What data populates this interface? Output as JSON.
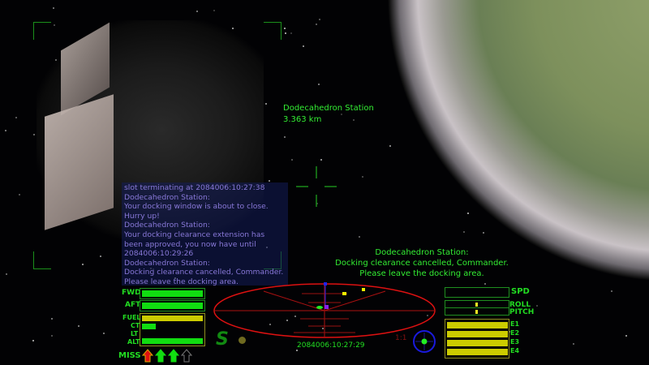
{
  "target": {
    "name": "Dodecahedron Station",
    "distance": "3.363 km"
  },
  "comms_log": [
    "slot terminating at 2084006:10:27:38",
    "Dodecahedron Station:",
    "Your docking window is about to close. Hurry up!",
    "Dodecahedron Station:",
    "Your docking clearance extension has been approved, you now have until 2084006:10:29:26",
    "Dodecahedron Station:",
    "Docking clearance cancelled, Commander. Please leave the docking area."
  ],
  "center_message": {
    "line1": "Dodecahedron Station:",
    "line2": "Docking clearance cancelled, Commander.",
    "line3": "Please leave the docking area."
  },
  "hud_left": {
    "fwd_label": "FWD",
    "aft_label": "AFT",
    "fuel_label": "FUEL",
    "ct_label": "CT",
    "lt_label": "LT",
    "alt_label": "ALT",
    "miss_label": "MISS",
    "fwd_shield": 1.0,
    "aft_shield": 1.0,
    "fuel": 1.0,
    "cabin_temp": 0.22,
    "laser_temp": 0.0,
    "altitude": 1.0
  },
  "missiles": [
    "red",
    "green",
    "green",
    "empty"
  ],
  "status_indicator": "S",
  "clock": "2084006:10:27:29",
  "scanner_zoom": "1:1",
  "hud_right": {
    "spd_label": "SPD",
    "roll_label": "ROLL",
    "pitch_label": "PITCH",
    "speed": 0.0,
    "roll": 0.5,
    "pitch": 0.5,
    "energy_labels": [
      "E1",
      "E2",
      "E3",
      "E4"
    ],
    "energy": [
      1,
      1,
      1,
      1
    ]
  },
  "colors": {
    "hud_green": "#22dd22",
    "scanner_red": "#dd1111",
    "fuel_yellow": "#cccc00",
    "comms_purple": "#8878d8"
  }
}
